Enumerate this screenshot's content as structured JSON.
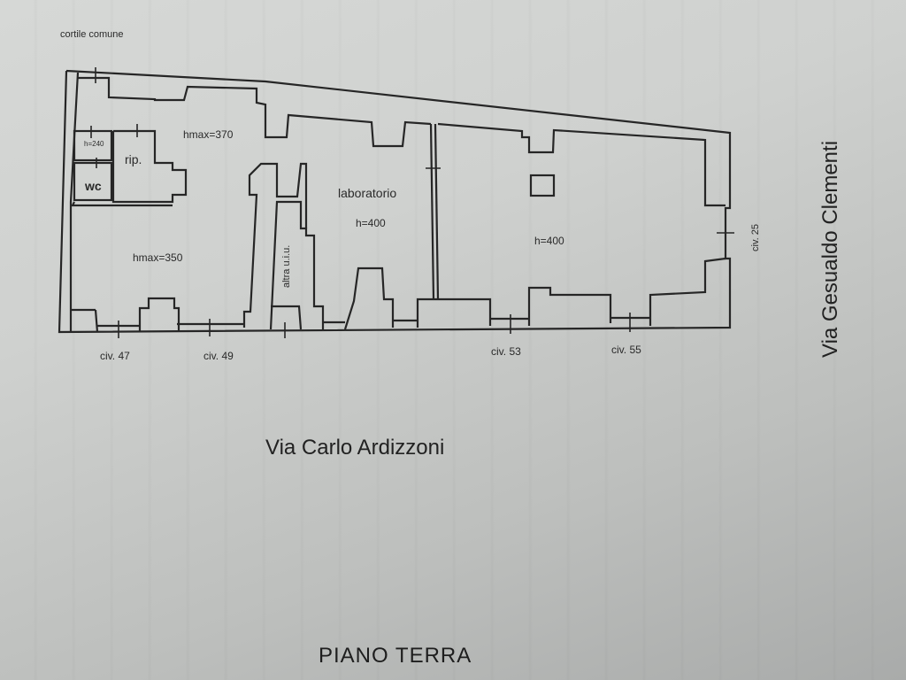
{
  "document": {
    "title": "PIANO TERRA",
    "type": "floor-plan"
  },
  "labels": {
    "courtyard": "cortile comune",
    "street_south": "Via Carlo Ardizzoni",
    "street_east": "Via Gesualdo Clementi"
  },
  "rooms": [
    {
      "id": "room-nw",
      "height_label": "hmax=370"
    },
    {
      "id": "room-sw",
      "height_label": "hmax=350"
    },
    {
      "id": "storage",
      "name": "rip."
    },
    {
      "id": "bathroom",
      "name": "wc"
    },
    {
      "id": "closet",
      "height_label": "h=240"
    },
    {
      "id": "laboratory",
      "name": "laboratorio",
      "height_label": "h=400"
    },
    {
      "id": "other-unit",
      "name": "altra u.i.u."
    },
    {
      "id": "room-east",
      "height_label": "h=400"
    }
  ],
  "civic_numbers": [
    {
      "label": "civ. 47"
    },
    {
      "label": "civ. 49"
    },
    {
      "label": "civ. 53"
    },
    {
      "label": "civ. 55"
    },
    {
      "label": "civ. 25"
    }
  ],
  "colors": {
    "ink": "#2a2a2a",
    "paper": "#d3d5d3"
  }
}
